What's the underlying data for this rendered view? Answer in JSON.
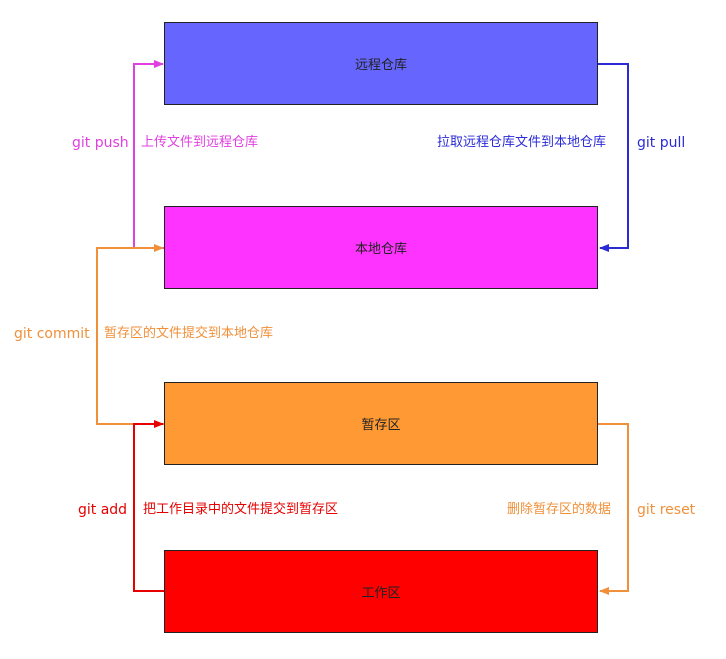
{
  "areas": {
    "remote": {
      "label": "远程仓库",
      "color": "#6666ff"
    },
    "local": {
      "label": "本地仓库",
      "color": "#ff33ff"
    },
    "staging": {
      "label": "暂存区",
      "color": "#ff9933"
    },
    "work": {
      "label": "工作区",
      "color": "#ff0000"
    }
  },
  "commands": {
    "push": {
      "command": "git push",
      "description": "上传文件到远程仓库",
      "color": "#e040e0"
    },
    "pull": {
      "command": "git pull",
      "description": "拉取远程仓库文件到本地仓库",
      "color": "#2b2bd6"
    },
    "commit": {
      "command": "git commit",
      "description": "暂存区的文件提交到本地仓库",
      "color": "#f0903a"
    },
    "add": {
      "command": "git add",
      "description": "把工作目录中的文件提交到暂存区",
      "color": "#e60000"
    },
    "reset": {
      "command": "git reset",
      "description": "删除暂存区的数据",
      "color": "#f0903a"
    }
  }
}
